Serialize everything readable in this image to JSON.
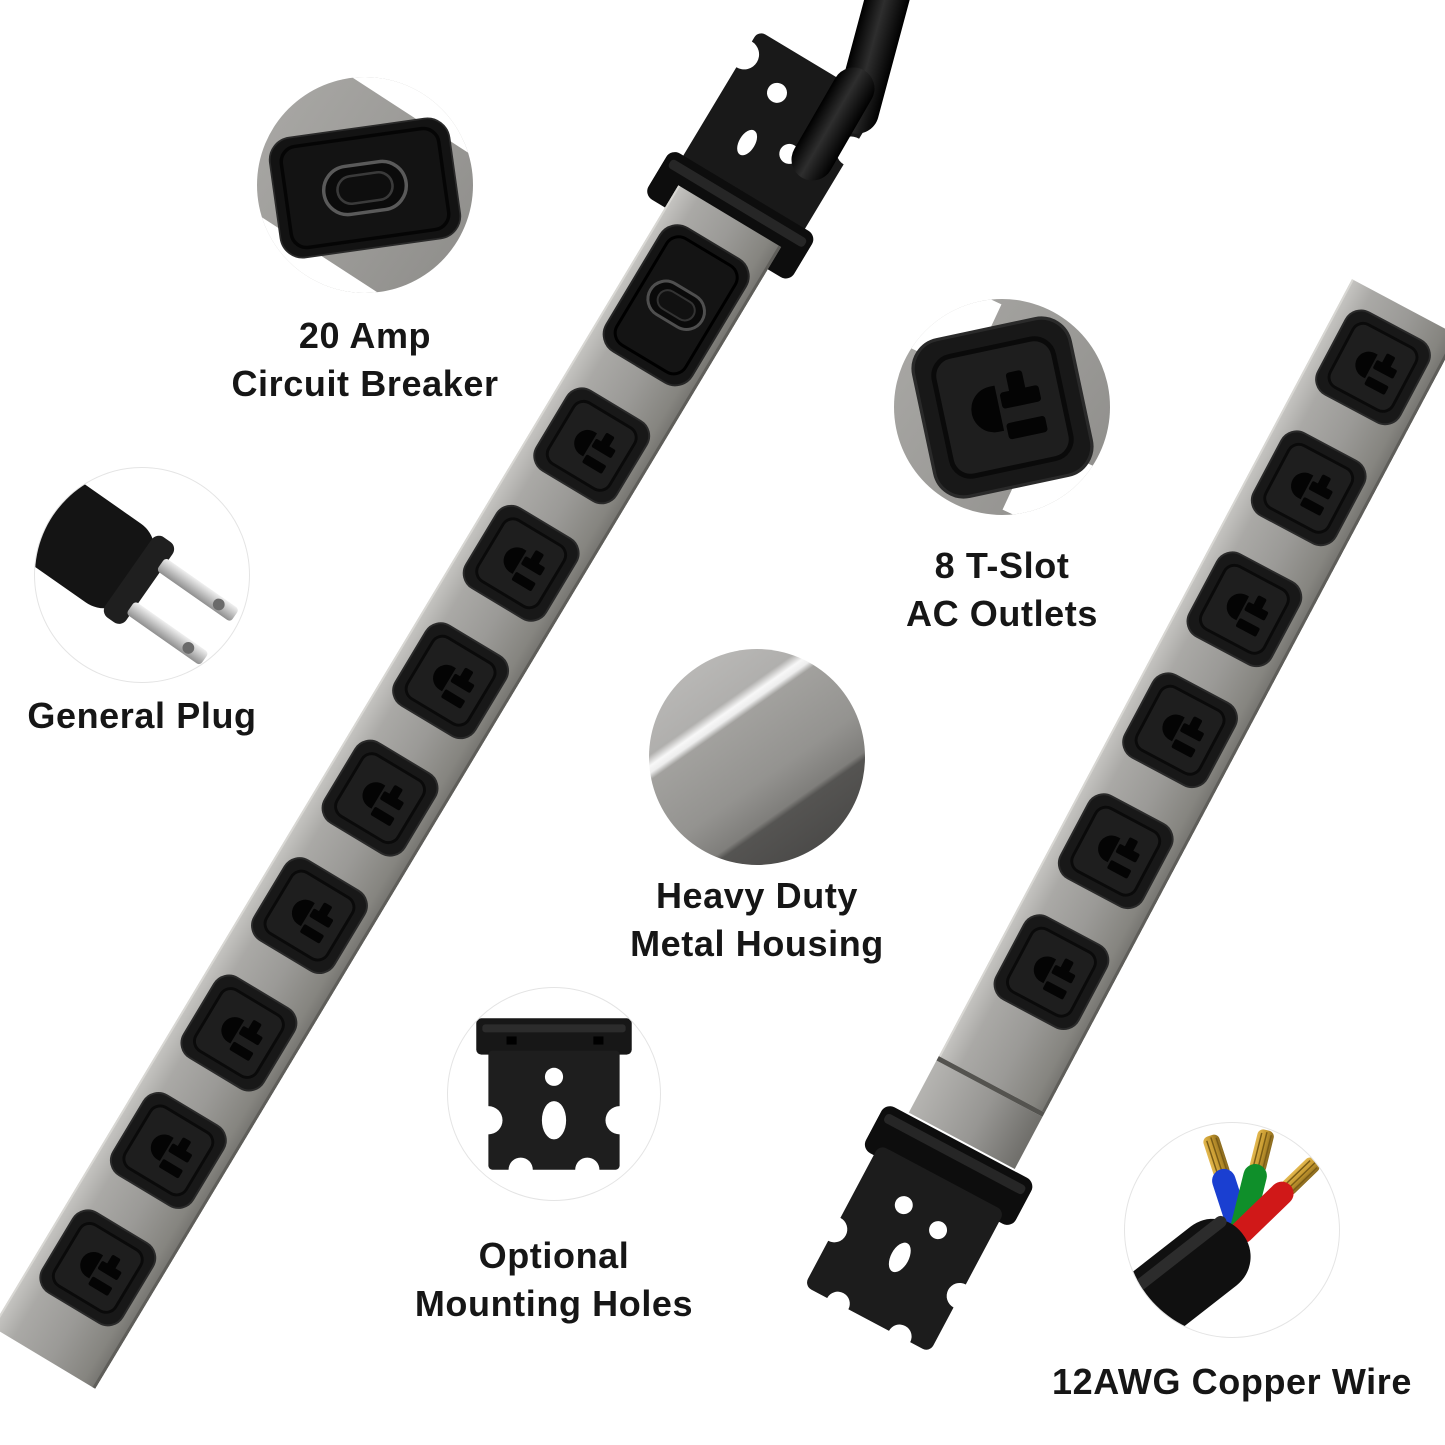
{
  "colors": {
    "background": "#ffffff",
    "strip_gray": "#9b9a97",
    "outlet_black": "#181818",
    "bracket_black": "#1a1a1a",
    "text": "#161616",
    "wire_blue": "#1a3fd1",
    "wire_green": "#0f8f2a",
    "wire_red": "#d01818",
    "copper": "#c79a2f"
  },
  "strips": {
    "left": {
      "outlet_count": 8
    },
    "right": {
      "outlet_count": 6
    }
  },
  "callouts": {
    "breaker": {
      "label_line1": "20 Amp",
      "label_line2": "Circuit Breaker"
    },
    "plug": {
      "label": "General Plug"
    },
    "outlets": {
      "label_line1": "8 T-Slot",
      "label_line2": "AC Outlets"
    },
    "housing": {
      "label_line1": "Heavy Duty",
      "label_line2": "Metal Housing"
    },
    "mounting": {
      "label_line1": "Optional",
      "label_line2": "Mounting Holes"
    },
    "wire": {
      "label": "12AWG Copper Wire"
    }
  }
}
